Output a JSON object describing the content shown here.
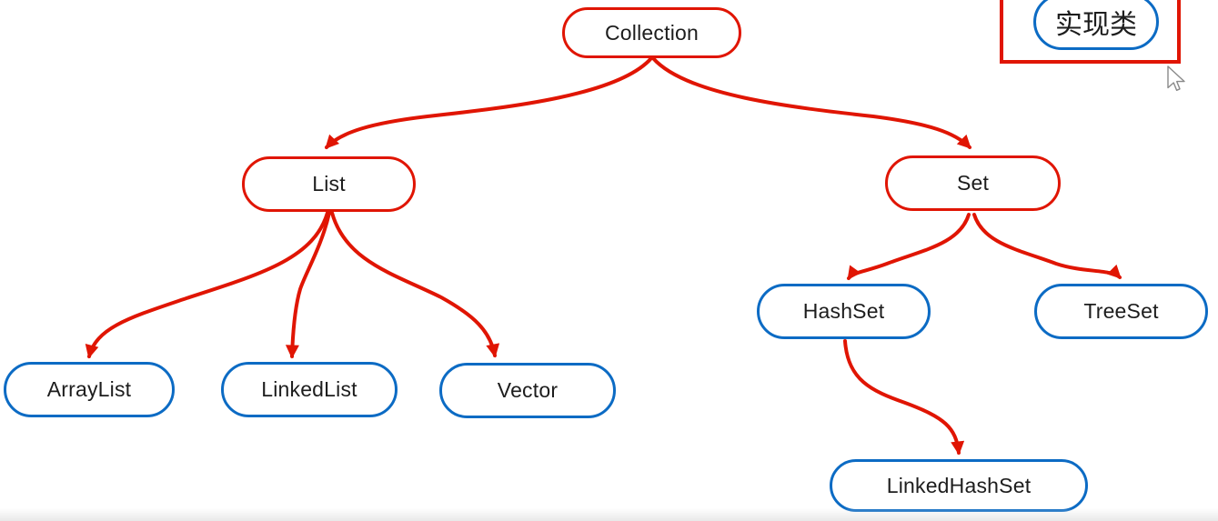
{
  "diagram": {
    "title_implicit": "Java Collection hierarchy",
    "legend": {
      "label": "实现类"
    },
    "nodes": {
      "collection": {
        "label": "Collection",
        "kind": "interface"
      },
      "list": {
        "label": "List",
        "kind": "interface"
      },
      "set": {
        "label": "Set",
        "kind": "interface"
      },
      "arraylist": {
        "label": "ArrayList",
        "kind": "implementation"
      },
      "linkedlist": {
        "label": "LinkedList",
        "kind": "implementation"
      },
      "vector": {
        "label": "Vector",
        "kind": "implementation"
      },
      "hashset": {
        "label": "HashSet",
        "kind": "implementation"
      },
      "treeset": {
        "label": "TreeSet",
        "kind": "implementation"
      },
      "linkedhashset": {
        "label": "LinkedHashSet",
        "kind": "implementation"
      }
    },
    "edges": [
      {
        "from": "Collection",
        "to": "List"
      },
      {
        "from": "Collection",
        "to": "Set"
      },
      {
        "from": "List",
        "to": "ArrayList"
      },
      {
        "from": "List",
        "to": "LinkedList"
      },
      {
        "from": "List",
        "to": "Vector"
      },
      {
        "from": "Set",
        "to": "HashSet"
      },
      {
        "from": "Set",
        "to": "TreeSet"
      },
      {
        "from": "HashSet",
        "to": "LinkedHashSet"
      }
    ],
    "colors": {
      "interface_border": "#e01503",
      "implementation_border": "#0c6bc4",
      "arrow": "#e01503",
      "text": "#1d1d1d",
      "background": "#ffffff"
    }
  }
}
